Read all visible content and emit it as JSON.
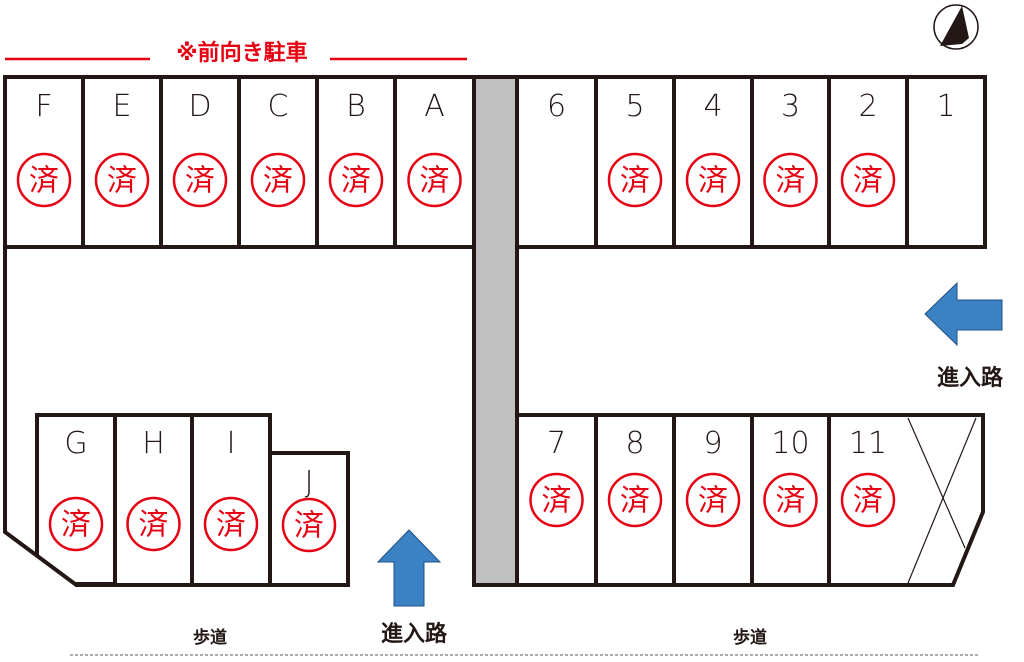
{
  "notice": "※前向き駐車",
  "stamp_text": "済",
  "entrance_label": "進入路",
  "sidewalk_label": "歩道",
  "colors": {
    "stamp": "#e60012",
    "arrow": "#3a82c4",
    "divider": "#c0c0c0",
    "line": "#231815"
  },
  "stalls": {
    "top_left": [
      {
        "label": "F",
        "reserved": true
      },
      {
        "label": "E",
        "reserved": true
      },
      {
        "label": "D",
        "reserved": true
      },
      {
        "label": "C",
        "reserved": true
      },
      {
        "label": "B",
        "reserved": true
      },
      {
        "label": "A",
        "reserved": true
      }
    ],
    "top_right": [
      {
        "label": "6",
        "reserved": false
      },
      {
        "label": "5",
        "reserved": true
      },
      {
        "label": "4",
        "reserved": true
      },
      {
        "label": "3",
        "reserved": true
      },
      {
        "label": "2",
        "reserved": true
      },
      {
        "label": "1",
        "reserved": false
      }
    ],
    "bottom_left": [
      {
        "label": "G",
        "reserved": true
      },
      {
        "label": "H",
        "reserved": true
      },
      {
        "label": "I",
        "reserved": true
      },
      {
        "label": "J",
        "reserved": true
      }
    ],
    "bottom_right": [
      {
        "label": "7",
        "reserved": true
      },
      {
        "label": "8",
        "reserved": true
      },
      {
        "label": "9",
        "reserved": true
      },
      {
        "label": "10",
        "reserved": true
      },
      {
        "label": "11",
        "reserved": true
      }
    ]
  }
}
